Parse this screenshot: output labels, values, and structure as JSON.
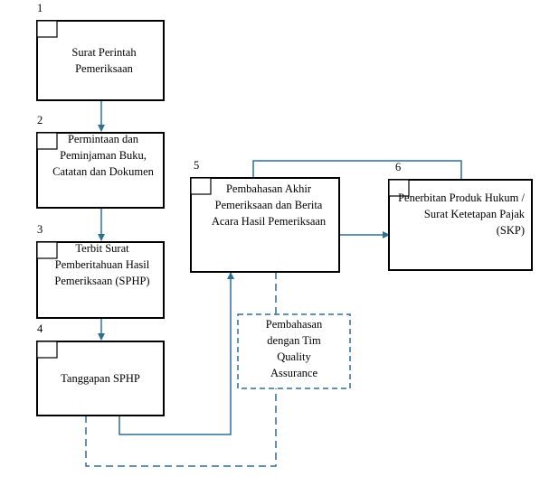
{
  "steps": [
    {
      "number": "1",
      "text": "Surat Perintah Pemeriksaan"
    },
    {
      "number": "2",
      "text": "Permintaan dan Peminjaman Buku, Catatan dan Dokumen"
    },
    {
      "number": "3",
      "text": "Terbit Surat Pemberitahuan Hasil Pemeriksaan (SPHP)"
    },
    {
      "number": "4",
      "text": "Tanggapan SPHP"
    },
    {
      "number": "5",
      "text": "Pembahasan Akhir Pemeriksaan dan Berita Acara Hasil Pemeriksaan"
    },
    {
      "number": "6",
      "text": "Penerbitan Produk Hukum / Surat Ketetapan Pajak (SKP)"
    }
  ],
  "qa_box": {
    "text": "Pembahasan dengan Tim Quality Assurance"
  },
  "colors": {
    "border": "#000000",
    "connector": "#2e6f95"
  }
}
